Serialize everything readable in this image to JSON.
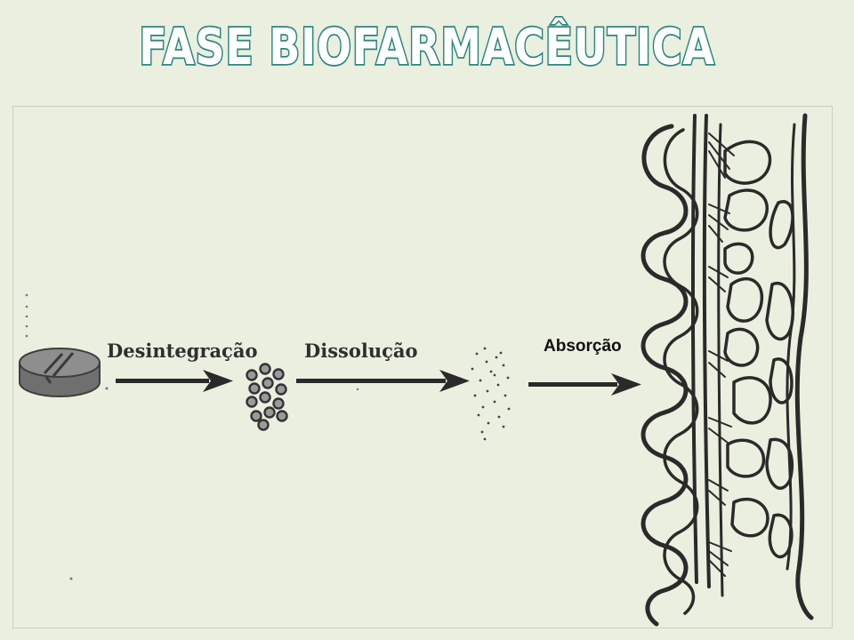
{
  "title": "FASE BIOFARMACÊUTICA",
  "steps": {
    "disintegration": "Desintegração",
    "dissolution": "Dissolução",
    "absorption": "Absorção"
  },
  "colors": {
    "background": "#eaefdf",
    "title_fill": "#ffffff",
    "title_outline": "#2a8680",
    "ink": "#222222"
  }
}
